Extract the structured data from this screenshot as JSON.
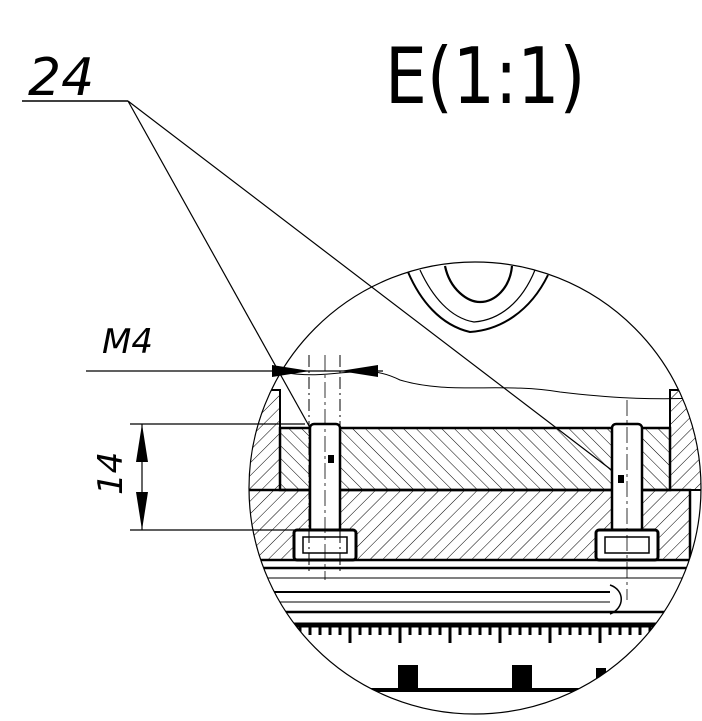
{
  "drawing": {
    "view_label": "E(1:1)",
    "callout_number": "24",
    "thread_label": "M4",
    "height_dimension": "14"
  },
  "colors": {
    "line": "#000000",
    "background": "#ffffff"
  }
}
